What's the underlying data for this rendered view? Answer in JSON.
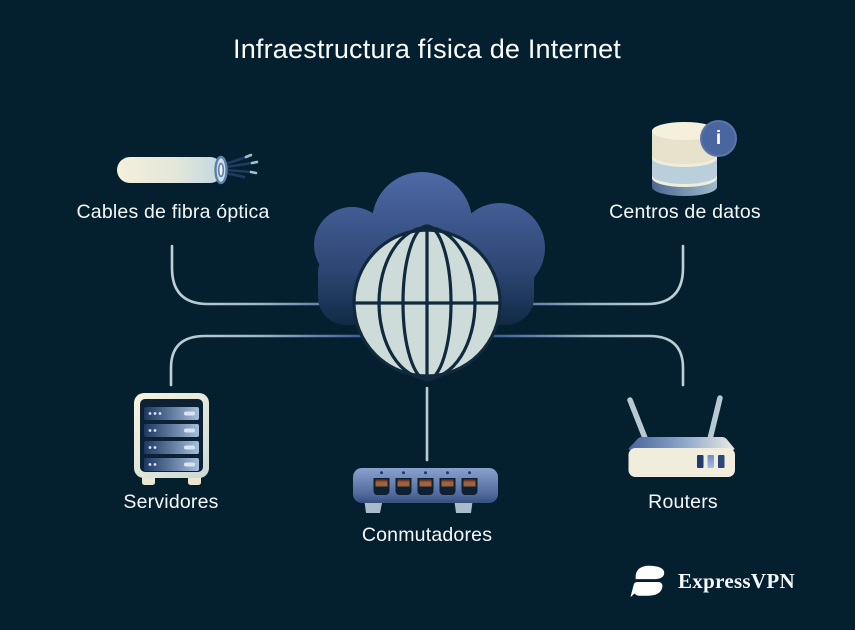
{
  "title": "Infraestructura física de Internet",
  "diagram": {
    "center": {
      "name": "internet-cloud-globe"
    },
    "nodes": [
      {
        "id": "fiber",
        "label": "Cables de fibra óptica",
        "position": "top-left"
      },
      {
        "id": "datacenters",
        "label": "Centros de datos",
        "position": "top-right",
        "badge": "i"
      },
      {
        "id": "servers",
        "label": "Servidores",
        "position": "bottom-left"
      },
      {
        "id": "switches",
        "label": "Conmutadores",
        "position": "bottom-center"
      },
      {
        "id": "routers",
        "label": "Routers",
        "position": "bottom-right"
      }
    ]
  },
  "branding": {
    "logo_text": "ExpressVPN"
  },
  "colors": {
    "background": "#04202f",
    "text": "#f4f8f8",
    "cloud_top": "#4f69a7",
    "globe_fill": "#cddcd8",
    "globe_lines": "#10293d",
    "connector_light": "#b9cdd2",
    "connector_blue": "#3c5b96",
    "cream": "#f2eed9",
    "light_blue": "#b9d0dc",
    "info_badge": "#4a66a0",
    "port_connector_orange": "#a0633e"
  }
}
